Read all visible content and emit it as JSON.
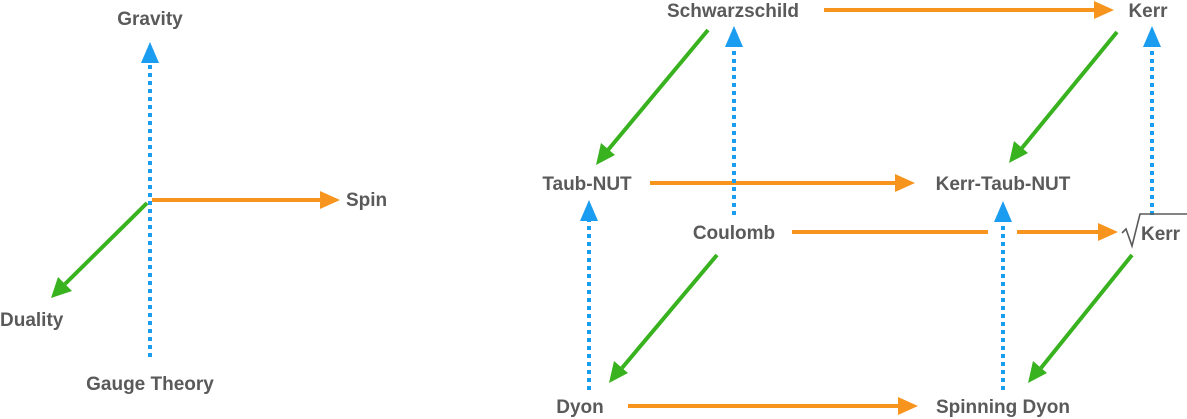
{
  "axes": {
    "gravity": "Gravity",
    "spin": "Spin",
    "duality": "Duality",
    "gauge_theory": "Gauge Theory"
  },
  "cube": {
    "schwarzschild": "Schwarzschild",
    "kerr": "Kerr",
    "taub_nut": "Taub-NUT",
    "kerr_taub_nut": "Kerr-Taub-NUT",
    "coulomb": "Coulomb",
    "sqrt_kerr": "Kerr",
    "dyon": "Dyon",
    "spinning_dyon": "Spinning Dyon"
  },
  "colors": {
    "spin_arrow": "#f7941d",
    "duality_arrow": "#39b21f",
    "gravity_arrow": "#1a9cf0",
    "label_text": "#5a5a5a"
  }
}
